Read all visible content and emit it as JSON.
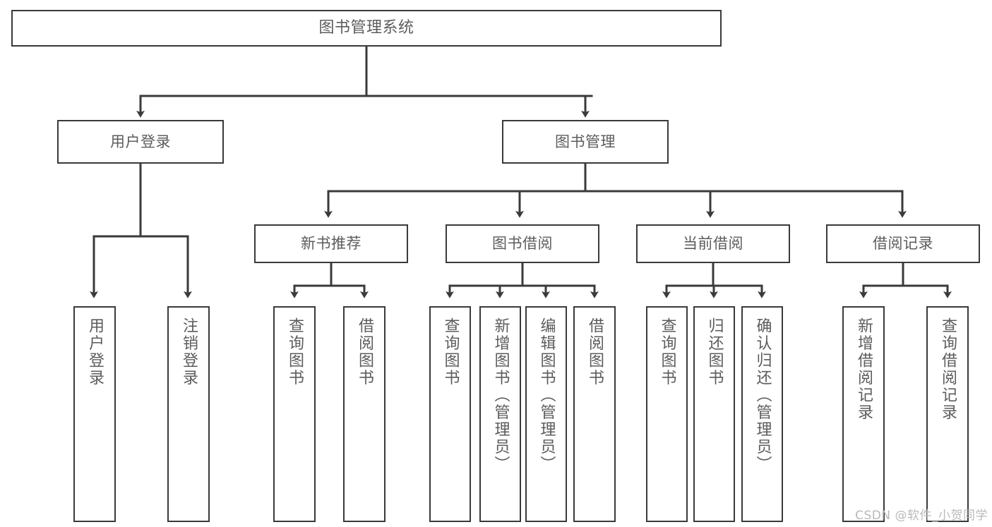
{
  "diagram": {
    "title": "图书管理系统",
    "root": {
      "label": "图书管理系统"
    },
    "level2": [
      {
        "label": "用户登录"
      },
      {
        "label": "图书管理"
      }
    ],
    "level3": [
      {
        "label": "新书推荐"
      },
      {
        "label": "图书借阅"
      },
      {
        "label": "当前借阅"
      },
      {
        "label": "借阅记录"
      }
    ],
    "leaves": {
      "user_login": [
        {
          "label": "用户登录"
        },
        {
          "label": "注销登录"
        }
      ],
      "new_book_recommend": [
        {
          "label": "查询图书"
        },
        {
          "label": "借阅图书"
        }
      ],
      "book_borrow": [
        {
          "label": "查询图书"
        },
        {
          "label": "新增图书（管理员）"
        },
        {
          "label": "编辑图书（管理员）"
        },
        {
          "label": "借阅图书"
        }
      ],
      "current_borrow": [
        {
          "label": "查询图书"
        },
        {
          "label": "归还图书"
        },
        {
          "label": "确认归还（管理员）"
        }
      ],
      "borrow_record": [
        {
          "label": "新增借阅记录"
        },
        {
          "label": "查询借阅记录"
        }
      ]
    },
    "watermark": "CSDN @软件_小贺同学",
    "colors": {
      "line": "#3a3a3a",
      "text": "#5c5c5c",
      "background": "#ffffff",
      "watermark": "#b9b9b9"
    }
  }
}
